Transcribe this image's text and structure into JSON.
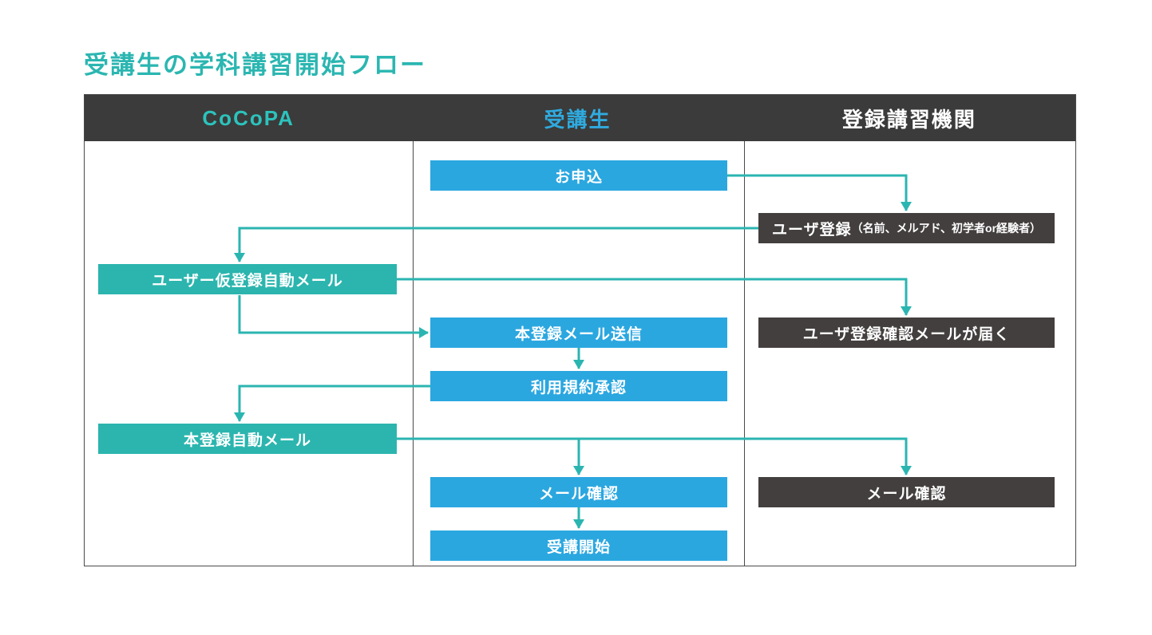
{
  "title": "受講生の学科講習開始フロー",
  "lanes": [
    {
      "label": "CoCoPA"
    },
    {
      "label": "受講生"
    },
    {
      "label": "登録講習機関"
    }
  ],
  "nodes": {
    "apply": {
      "label": "お申込"
    },
    "user_register": {
      "label": "ユーザ登録",
      "sublabel": "（名前、メルアド、初学者or経験者）"
    },
    "temp_mail": {
      "label": "ユーザー仮登録自動メール"
    },
    "full_mail_send": {
      "label": "本登録メール送信"
    },
    "confirm_mail": {
      "label": "ユーザ登録確認メールが届く"
    },
    "terms": {
      "label": "利用規約承認"
    },
    "full_auto_mail": {
      "label": "本登録自動メール"
    },
    "mail_check_student": {
      "label": "メール確認"
    },
    "mail_check_org": {
      "label": "メール確認"
    },
    "course_start": {
      "label": "受講開始"
    }
  },
  "colors": {
    "background": "#ffffff",
    "title": "#2bb6b1",
    "header_bg": "#3b3b3b",
    "lane_cocopa_text": "#2cc3bd",
    "lane_student_text": "#2fabdf",
    "lane_org_text": "#ffffff",
    "box_blue": "#2ba7e0",
    "box_teal": "#2bb5ae",
    "box_dark": "#433f3e",
    "arrow": "#2bb5b1",
    "grid": "#4a4a4a"
  }
}
